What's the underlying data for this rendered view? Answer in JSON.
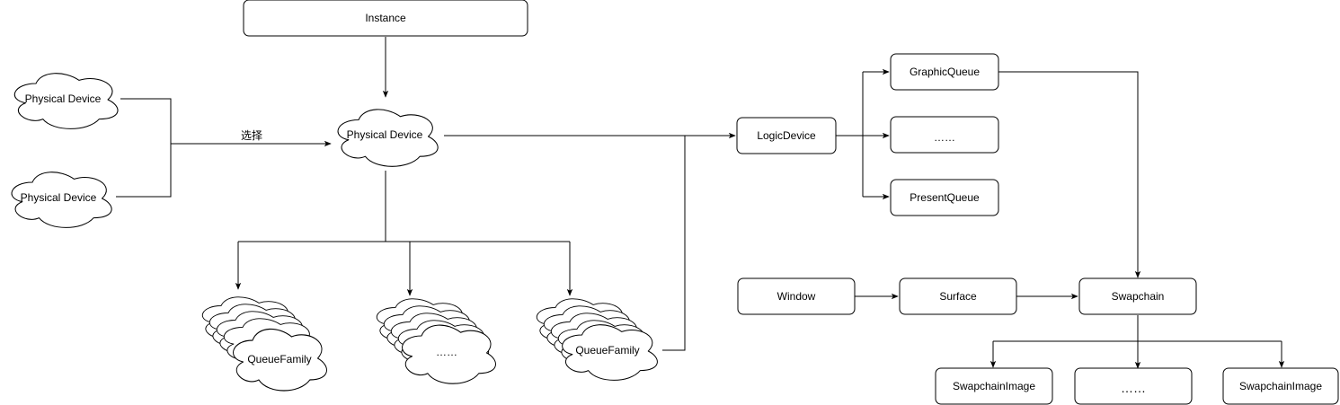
{
  "colors": {
    "stroke": "#000000",
    "fill": "#ffffff",
    "text": "#000000"
  },
  "nodes": {
    "instance": "Instance",
    "physical_device_top": "Physical Device",
    "physical_device_bottom": "Physical Device",
    "physical_device_selected": "Physical Device",
    "queue_family_left": "QueueFamily",
    "queue_family_middle": "……",
    "queue_family_right": "QueueFamily",
    "logic_device": "LogicDevice",
    "graphic_queue": "GraphicQueue",
    "queue_ellipsis": "……",
    "present_queue": "PresentQueue",
    "window": "Window",
    "surface": "Surface",
    "swapchain": "Swapchain",
    "swapchain_image_left": "SwapchainImage",
    "swapchain_image_middle": "……",
    "swapchain_image_right": "SwapchainImage"
  },
  "edges": {
    "select_label": "选择"
  }
}
